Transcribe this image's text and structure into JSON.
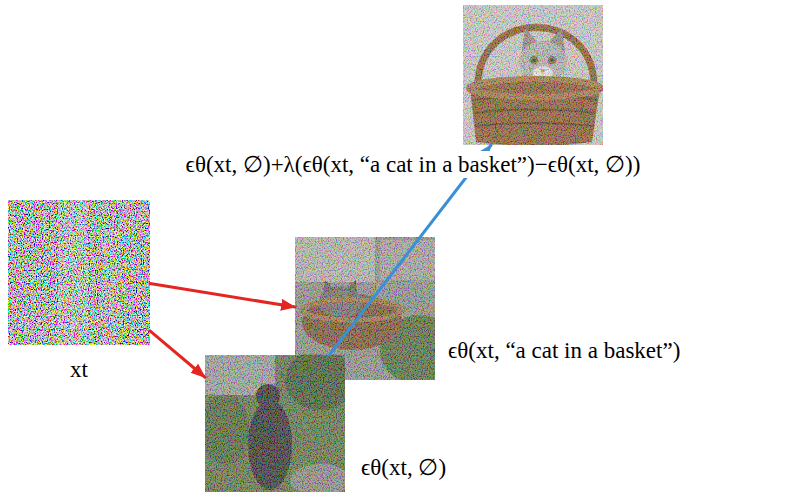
{
  "diagram": {
    "nodes": [
      {
        "text": [
          "ϵθ(xt, ∅)+λ(ϵθ(xt, “a cat in a basket”)−ϵθ(xt, ∅))"
        ]
      },
      {
        "text": [
          "xt"
        ]
      },
      {
        "text": [
          "ϵθ(xt, “a cat in a basket”)"
        ]
      },
      {
        "text": [
          "ϵθ(xt, ∅)"
        ]
      }
    ],
    "edges": [
      {
        "from": 1,
        "to": 2,
        "arrow": "to"
      },
      {
        "from": 1,
        "to": 3,
        "arrow": "to"
      },
      {
        "from": 3,
        "to": 0,
        "arrow": "to"
      }
    ]
  }
}
